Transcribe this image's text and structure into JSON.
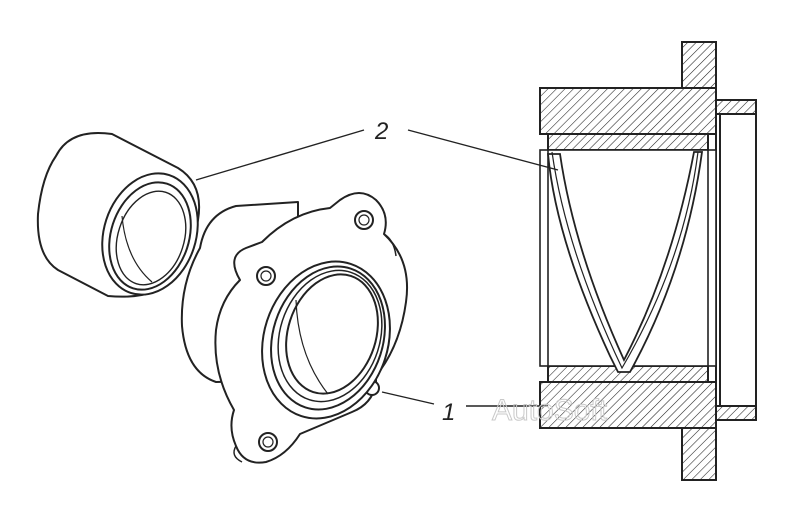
{
  "callouts": [
    {
      "label": "1"
    },
    {
      "label": "2"
    }
  ],
  "watermark": {
    "text": "AutoSoft"
  },
  "colors": {
    "line": "#222222",
    "paper": "#ffffff",
    "watermark": "#c9c9c9"
  }
}
